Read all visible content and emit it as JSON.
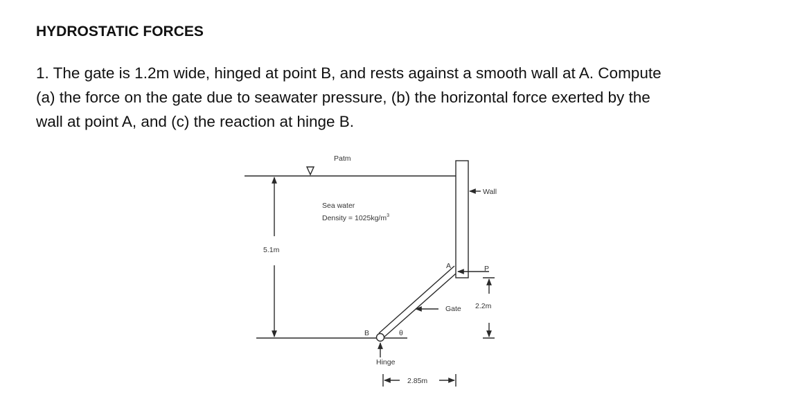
{
  "heading": "HYDROSTATIC FORCES",
  "problem": {
    "line1": "1. The gate is 1.2m wide, hinged at point B, and rests against a smooth wall at A. Compute",
    "line2": "(a) the force on the gate due to seawater pressure, (b) the horizontal force exerted by the",
    "line3": "wall at point A, and (c) the reaction at hinge B."
  },
  "diagram": {
    "patm_label": "Patm",
    "fluid_label": "Sea water",
    "density_label": "Density = 1025kg/m",
    "density_exp": "3",
    "wall_label": "Wall",
    "depth_label": "5.1m",
    "point_a_label": "A",
    "force_p_label": "P",
    "height_label": "2.2m",
    "gate_label": "Gate",
    "point_b_label": "B",
    "angle_label": "θ",
    "hinge_label": "Hinge",
    "width_label": "2.85m",
    "stroke_color": "#2a2a2a"
  }
}
